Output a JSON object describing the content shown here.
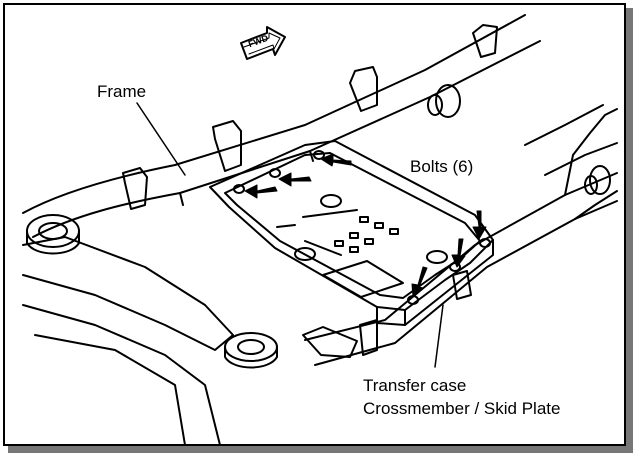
{
  "diagram": {
    "labels": {
      "fwd": "FWD",
      "frame": "Frame",
      "bolts": "Bolts (6)",
      "part_line1": "Transfer case",
      "part_line2": "Crossmember / Skid Plate"
    },
    "colors": {
      "line": "#000000",
      "background": "#ffffff",
      "shadow": "#777777"
    },
    "icons": [
      "forward-direction-icon",
      "bolt-arrow-icon"
    ]
  }
}
